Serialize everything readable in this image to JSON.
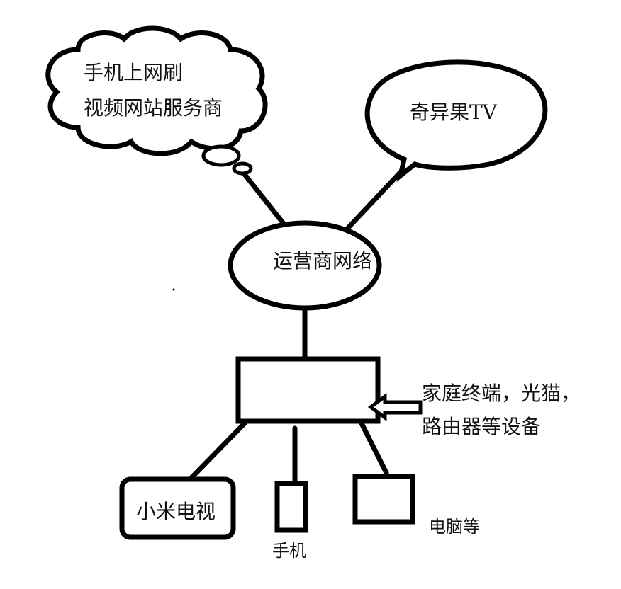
{
  "diagram": {
    "nodes": {
      "cloud": {
        "line1": "手机上网刷",
        "line2": "视频网站服务商"
      },
      "iqiyi": {
        "label": "奇异果TV"
      },
      "isp": {
        "label": "运营商网络"
      },
      "home_device": {
        "label_line1": "家庭终端，光猫，",
        "label_line2": "路由器等设备"
      },
      "tv": {
        "label": "小米电视"
      },
      "phone": {
        "label": "手机"
      },
      "pc": {
        "label": "电脑等"
      }
    },
    "edges": [
      {
        "from": "cloud",
        "to": "isp"
      },
      {
        "from": "iqiyi",
        "to": "isp"
      },
      {
        "from": "isp",
        "to": "home_device"
      },
      {
        "from": "home_device",
        "to": "tv"
      },
      {
        "from": "home_device",
        "to": "phone"
      },
      {
        "from": "home_device",
        "to": "pc"
      }
    ],
    "colors": {
      "stroke": "#000000",
      "background": "#ffffff"
    }
  }
}
